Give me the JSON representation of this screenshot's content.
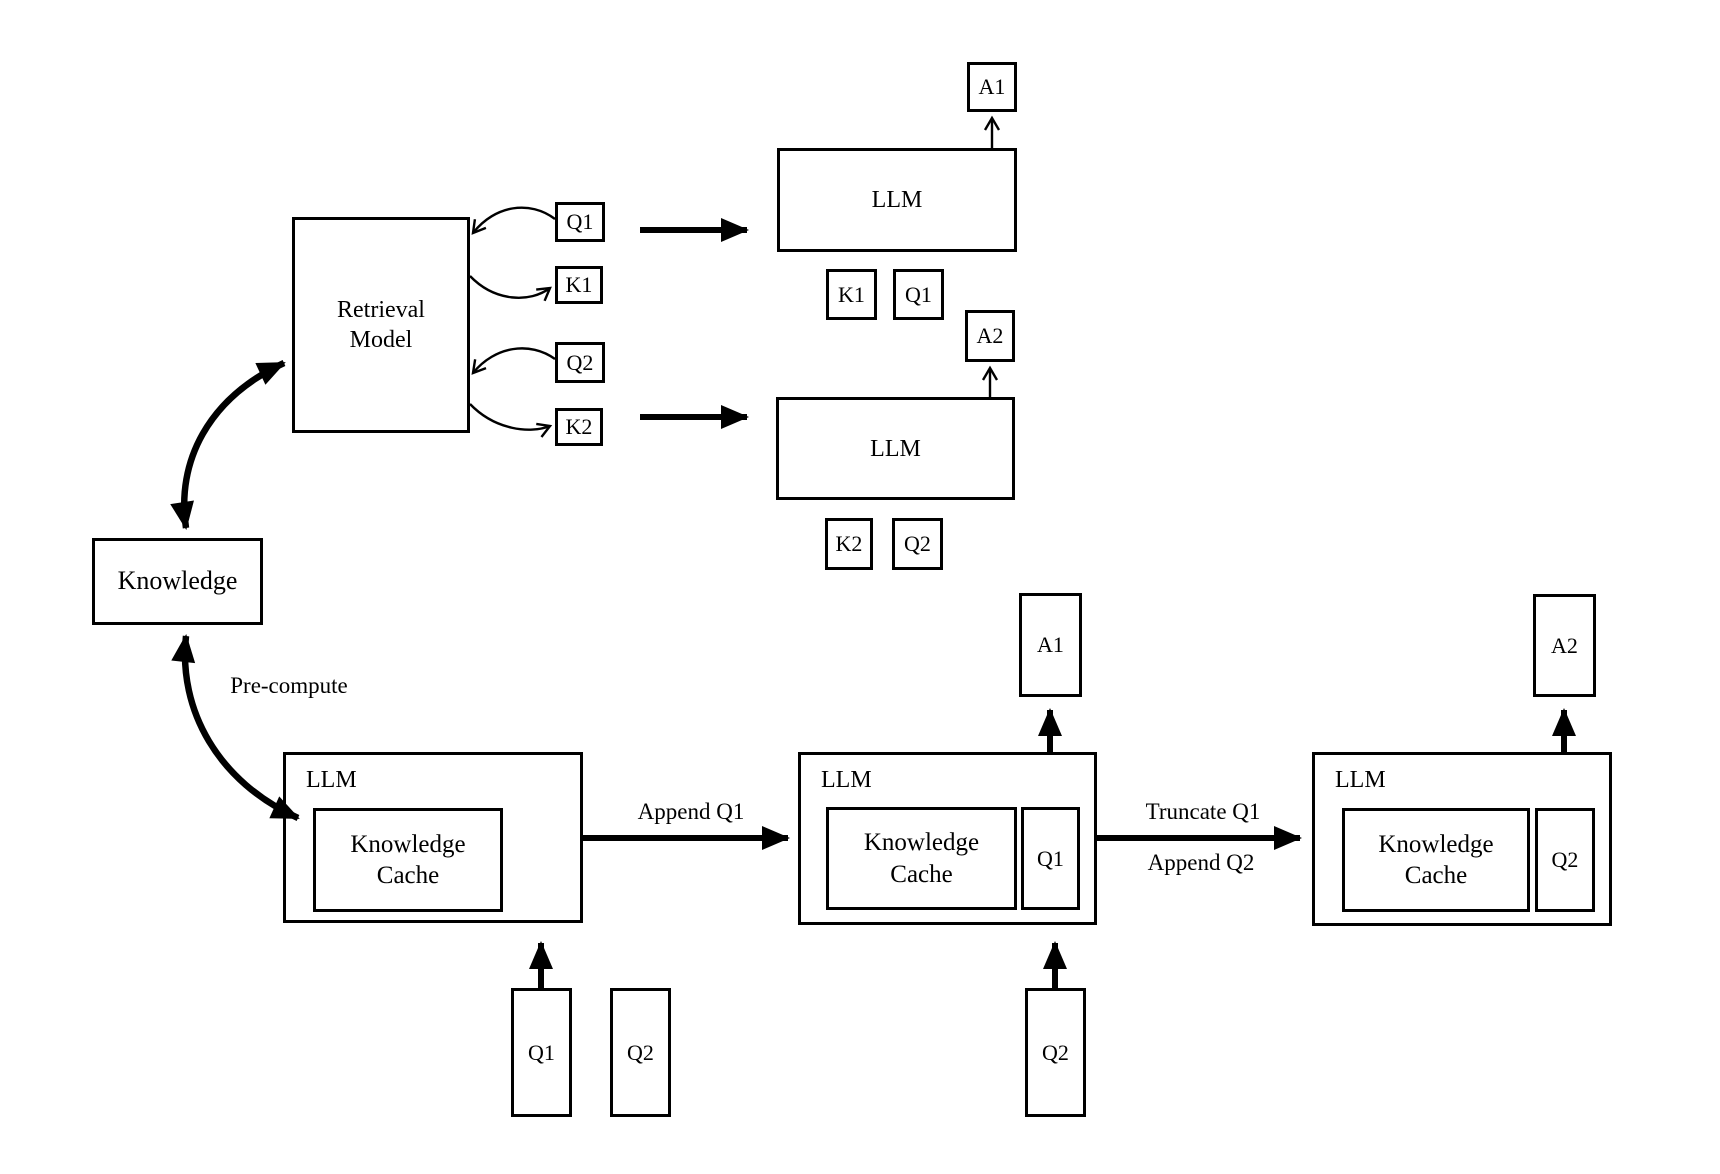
{
  "colors": {
    "ink": "#000000",
    "background": "#ffffff"
  },
  "rag": {
    "retrieval_model": "Retrieval Model",
    "chip_q1": "Q1",
    "chip_k1": "K1",
    "chip_q2": "Q2",
    "chip_k2": "K2",
    "llm": "LLM",
    "answer1": "A1",
    "answer2": "A2",
    "kv1_k": "K1",
    "kv1_q": "Q1",
    "kv2_k": "K2",
    "kv2_q": "Q2"
  },
  "knowledge": {
    "label": "Knowledge",
    "precompute": "Pre-compute"
  },
  "cag": {
    "llm": "LLM",
    "cache": "Knowledge Cache",
    "append_q1": "Append Q1",
    "truncate_q1": "Truncate Q1",
    "append_q2": "Append Q2",
    "input_q1": "Q1",
    "input_q2": "Q2",
    "stage2_chip": "Q1",
    "stage2_answer": "A1",
    "stage2_input": "Q2",
    "stage3_chip": "Q2",
    "stage3_answer": "A2"
  }
}
